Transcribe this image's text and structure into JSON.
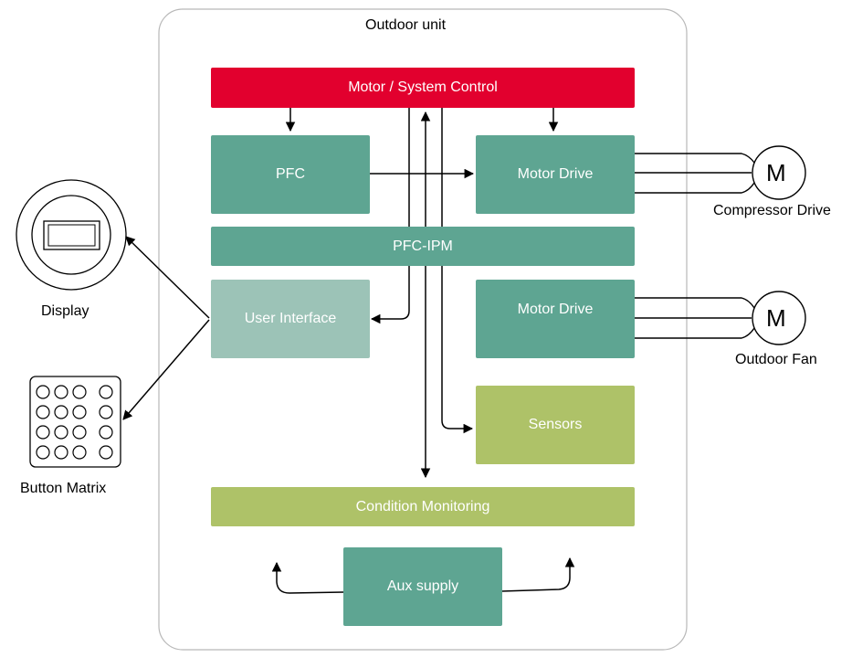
{
  "outdoor_unit": {
    "title": "Outdoor unit"
  },
  "blocks": {
    "motor_system_control": "Motor / System Control",
    "pfc": "PFC",
    "motor_drive_compressor": "Motor Drive",
    "pfc_ipm": "PFC-IPM",
    "user_interface": "User Interface",
    "motor_drive_fan": "Motor Drive",
    "sensors": "Sensors",
    "condition_monitoring": "Condition Monitoring",
    "aux_supply": "Aux supply"
  },
  "external": {
    "compressor_motor_symbol": "M",
    "compressor_label": "Compressor Drive",
    "fan_motor_symbol": "M",
    "fan_label": "Outdoor Fan",
    "display_label": "Display",
    "button_matrix_label": "Button Matrix"
  },
  "colors": {
    "control_red": "#e2002e",
    "block_teal": "#5ea592",
    "ui_light_teal": "#9cc3b7",
    "sense_olive": "#aec268"
  }
}
